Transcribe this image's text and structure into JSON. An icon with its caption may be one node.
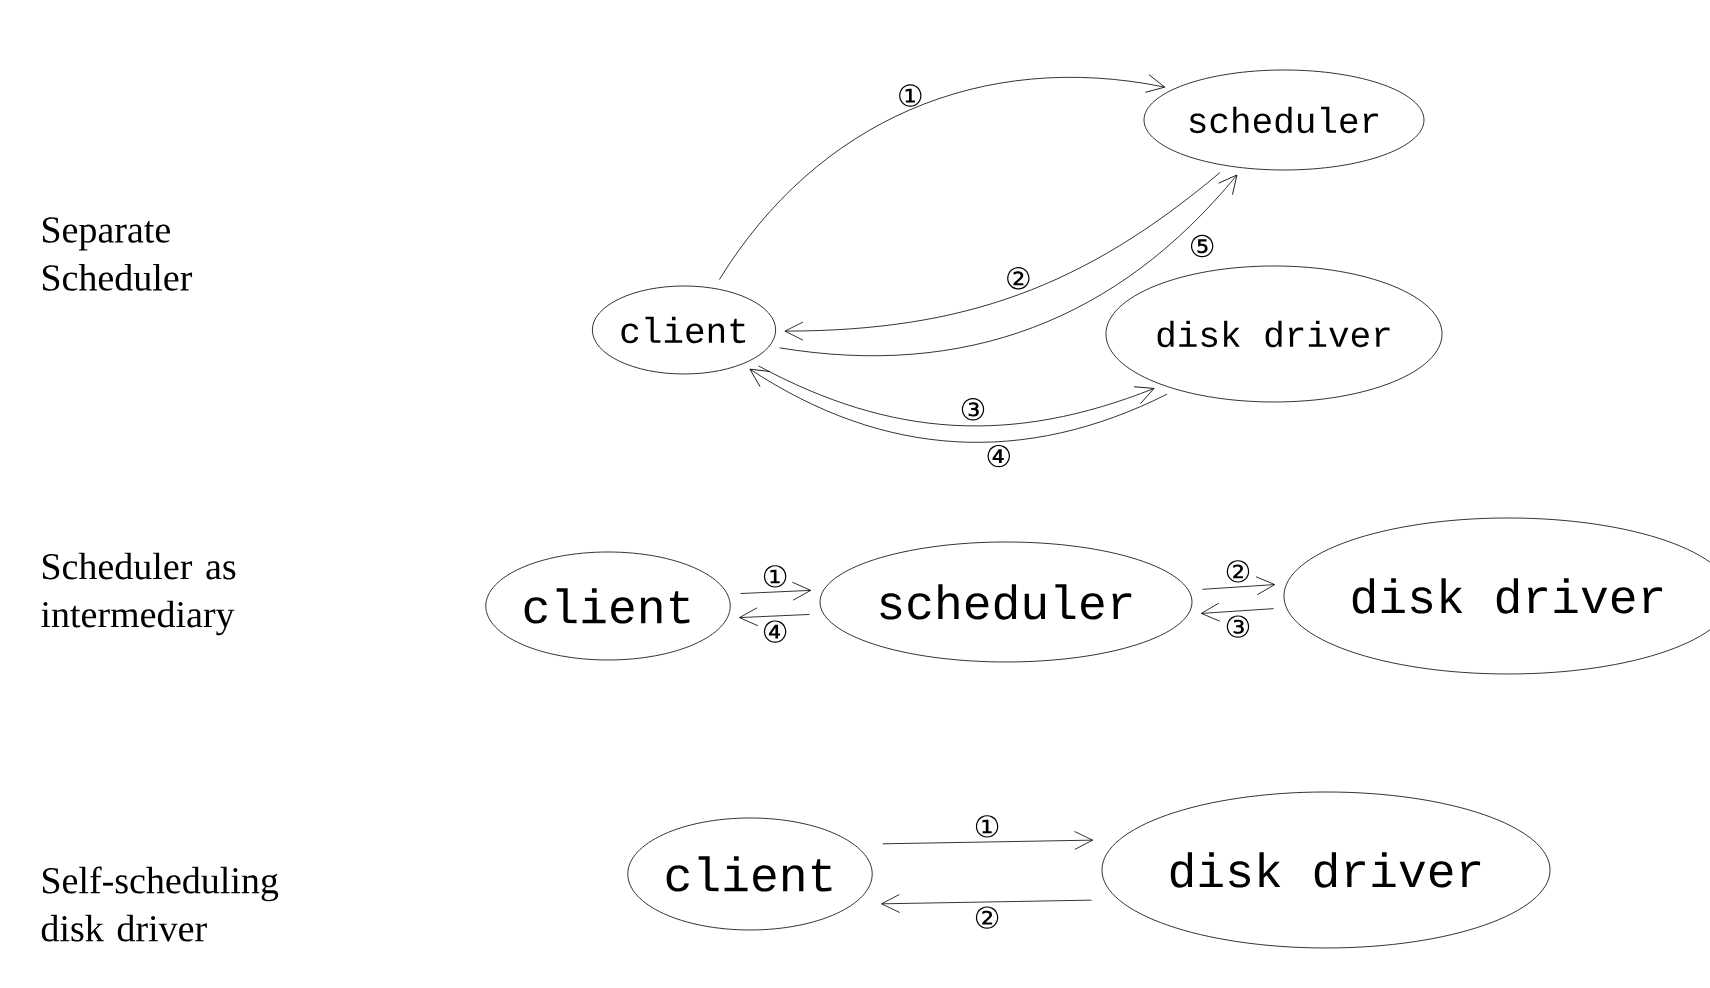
{
  "diagram": {
    "nodes": [
      {
        "text": [
          "client"
        ]
      },
      {
        "text": [
          "scheduler"
        ]
      },
      {
        "text": [
          "disk driver"
        ]
      },
      {
        "text": [
          "client"
        ]
      },
      {
        "text": [
          "scheduler"
        ]
      },
      {
        "text": [
          "disk driver"
        ]
      },
      {
        "text": [
          "client"
        ]
      },
      {
        "text": [
          "disk driver"
        ]
      }
    ],
    "edges": [
      {
        "from": 0,
        "to": 1,
        "arrow": "to",
        "label": "①"
      },
      {
        "from": 1,
        "to": 0,
        "arrow": "to",
        "label": "②"
      },
      {
        "from": 0,
        "to": 1,
        "arrow": "to",
        "label": "⑤"
      },
      {
        "from": 0,
        "to": 2,
        "arrow": "to",
        "label": "③"
      },
      {
        "from": 2,
        "to": 0,
        "arrow": "to",
        "label": "④"
      },
      {
        "from": 3,
        "to": 4,
        "arrow": "to",
        "label": "①"
      },
      {
        "from": 4,
        "to": 3,
        "arrow": "to",
        "label": "④"
      },
      {
        "from": 4,
        "to": 5,
        "arrow": "to",
        "label": "②"
      },
      {
        "from": 5,
        "to": 4,
        "arrow": "to",
        "label": "③"
      },
      {
        "from": 6,
        "to": 7,
        "arrow": "to",
        "label": "①"
      },
      {
        "from": 7,
        "to": 6,
        "arrow": "to",
        "label": "②"
      }
    ],
    "labels": [
      "Separate Scheduler",
      "Scheduler as intermediary",
      "Self-scheduling disk driver"
    ]
  }
}
